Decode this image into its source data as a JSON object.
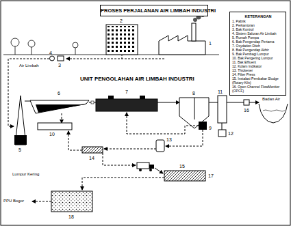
{
  "diagram": {
    "title": "PROSES PERJALANAN AIR LIMBAH INDUSTRI",
    "labels": [
      "KETERANGAN",
      "1",
      "2",
      "3",
      "4",
      "Air Limbah",
      "UNIT PENGOLAHAN AIR LIMBAH INDUSTRI",
      "6",
      "7",
      "8",
      "11",
      "16",
      "Badan Air",
      "5",
      "10",
      "9",
      "13",
      "12",
      "14",
      "Lumpur Kering",
      "PPU Bogor",
      "15",
      "17",
      "18"
    ],
    "legend": [
      {
        "text": "1. Pabrik"
      },
      {
        "text": "2. Perkantoran"
      },
      {
        "text": "3. Bak Kontrol"
      },
      {
        "text": "4. Sistem Saluran Air Limbah"
      },
      {
        "text": "5. Rumah Pompa"
      },
      {
        "text": "6. Bak Pengendap Pertama"
      },
      {
        "text": "7. Oxydation Ditch"
      },
      {
        "text": "8. Bak Pengendap Akhir"
      },
      {
        "text": "9. Bak Pembagi Lumpur"
      },
      {
        "text": "10. Bak Pengering Lumpur"
      },
      {
        "text": "11. Bak Effluent"
      },
      {
        "text": "12. Kolam Indikator"
      },
      {
        "text": "13. Thickener"
      },
      {
        "text": "14. Filter Press"
      },
      {
        "text": "15. Instalasi Pembakar Sludge (Rotary Kiln)"
      },
      {
        "text": "16. Open Channel FlowMonitor (OPCF)"
      }
    ]
  }
}
